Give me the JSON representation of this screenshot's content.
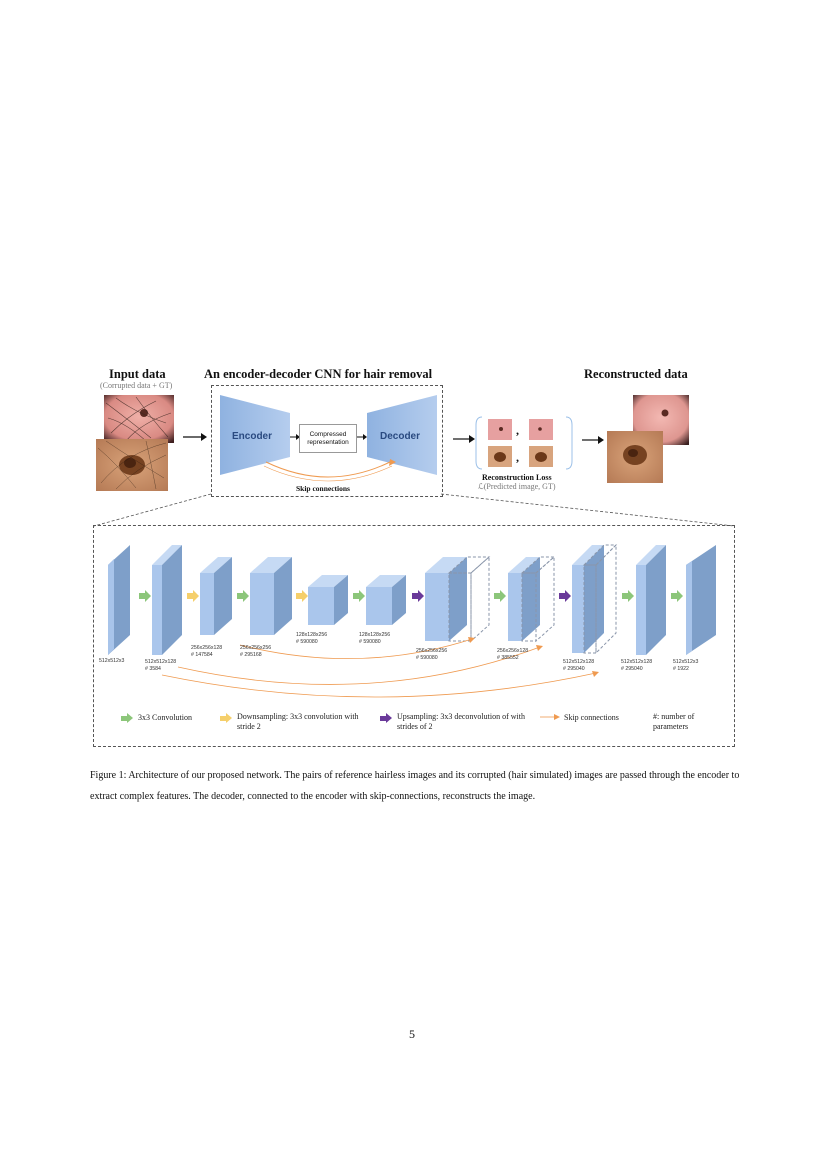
{
  "figure": {
    "input_title": "Input data",
    "input_subtitle": "(Corrupted data + GT)",
    "center_title": "An encoder-decoder CNN for hair removal",
    "output_title": "Reconstructed data",
    "encoder_label": "Encoder",
    "decoder_label": "Decoder",
    "compressed_label": "Compressed representation",
    "skip_label": "Skip connections",
    "loss_title": "Reconstruction Loss",
    "loss_formula": "ℒ(Predicted image, GT)",
    "loss_separator": ",",
    "colors": {
      "block": "#9ab8e0",
      "conv_arrow": "#8cc67a",
      "down_arrow": "#f5cf6b",
      "up_arrow": "#6a3a9a",
      "skip_arrow": "#ef9a50"
    },
    "layers": [
      {
        "dims": "512x512x3",
        "params": ""
      },
      {
        "dims": "512x512x128",
        "params": "# 3584"
      },
      {
        "dims": "256x256x128",
        "params": "# 147584"
      },
      {
        "dims": "256x256x256",
        "params": "# 295168"
      },
      {
        "dims": "128x128x256",
        "params": "# 590080"
      },
      {
        "dims": "128x128x256",
        "params": "# 590080"
      },
      {
        "dims": "256x256x256",
        "params": "# 590080"
      },
      {
        "dims": "256x256x128",
        "params": "# 385552"
      },
      {
        "dims": "512x512x128",
        "params": "# 295040"
      },
      {
        "dims": "512x512x128",
        "params": "# 295040"
      },
      {
        "dims": "512x512x3",
        "params": "# 1922"
      }
    ],
    "legend": {
      "conv": "3x3 Convolution",
      "down": "Downsampling: 3x3 convolution with stride 2",
      "up": "Upsampling: 3x3 deconvolution of with strides of 2",
      "skip": "Skip connections",
      "params": "#: number of parameters"
    }
  },
  "caption": "Figure 1: Architecture of our proposed network. The pairs of reference hairless images and its corrupted (hair simulated) images are passed through the encoder to extract complex features. The decoder, connected to the encoder with skip-connections, reconstructs the image.",
  "page_number": "5"
}
